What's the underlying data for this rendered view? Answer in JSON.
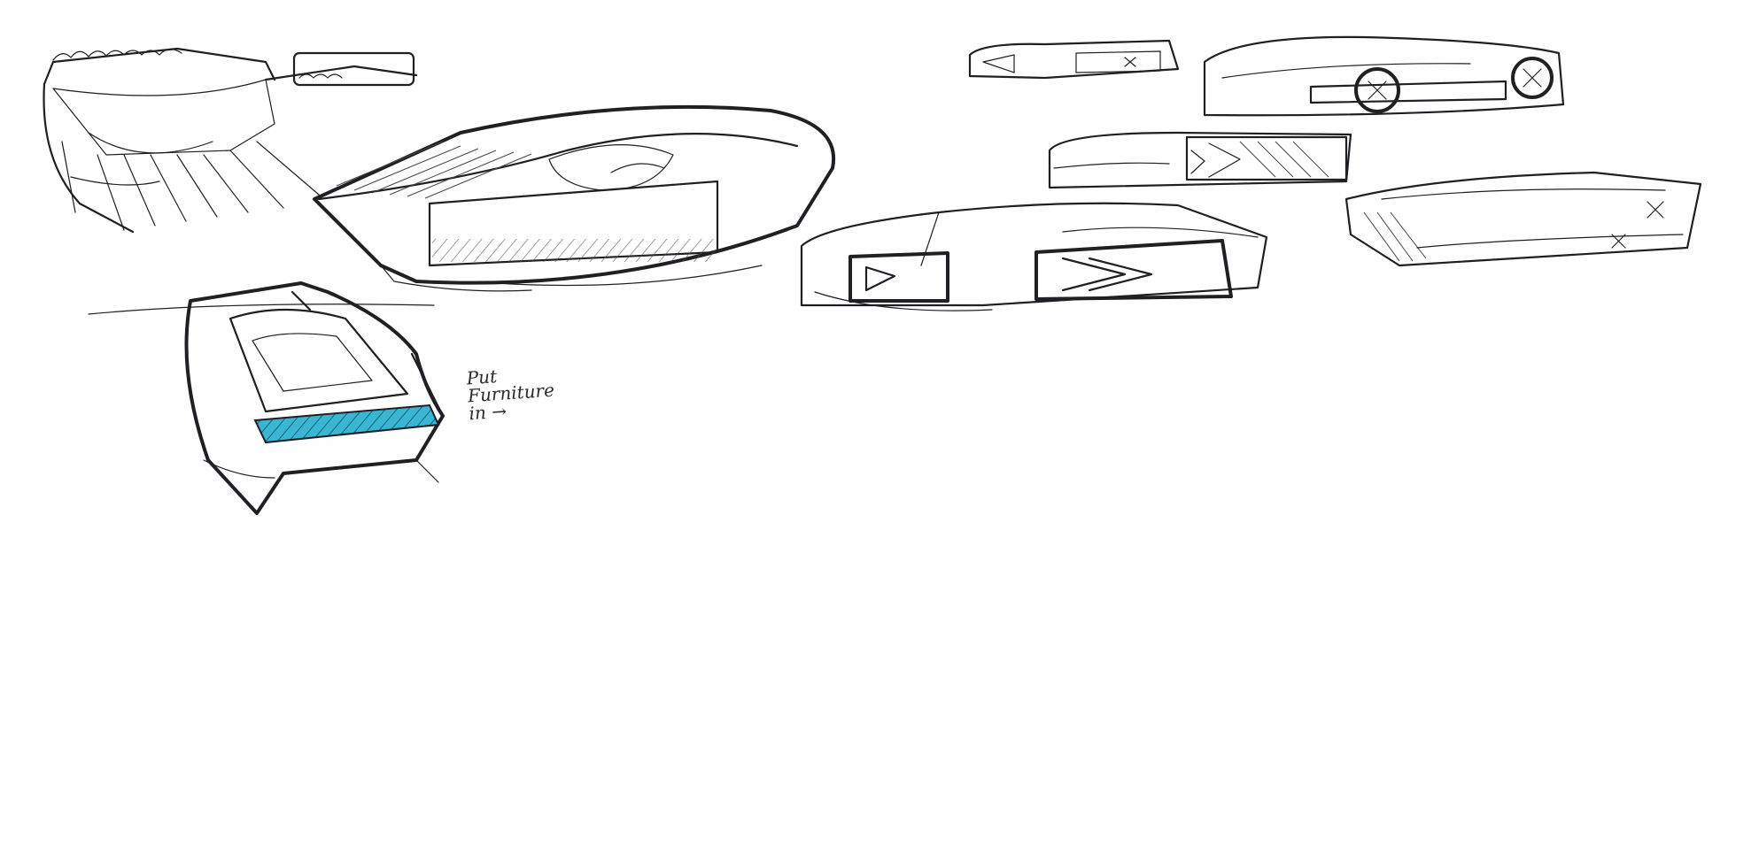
{
  "sketch": {
    "annotation_lines": [
      "Put",
      "Furniture",
      "in"
    ],
    "colors": {
      "ink": "#1f1f24",
      "accent_blue": "#2fa3d8",
      "accent_cyan": "#39b6d2",
      "shadow_panel": "#3a3d40",
      "paper": "#fefefe",
      "purple_line": "#6b5aa8"
    },
    "elements": [
      "cargo-deck-sketch-top-left",
      "cargo-tray-sketch-top",
      "side-elevation-sketch-1",
      "side-elevation-sketch-2",
      "side-elevation-sketch-3",
      "side-elevation-sketch-4",
      "side-elevation-sketch-5",
      "furniture-module-sketch-left",
      "furniture-module-sketch-right",
      "hero-vehicle-render",
      "front-view-blue-render",
      "lower-left-vehicle-render",
      "artist-signature"
    ]
  }
}
